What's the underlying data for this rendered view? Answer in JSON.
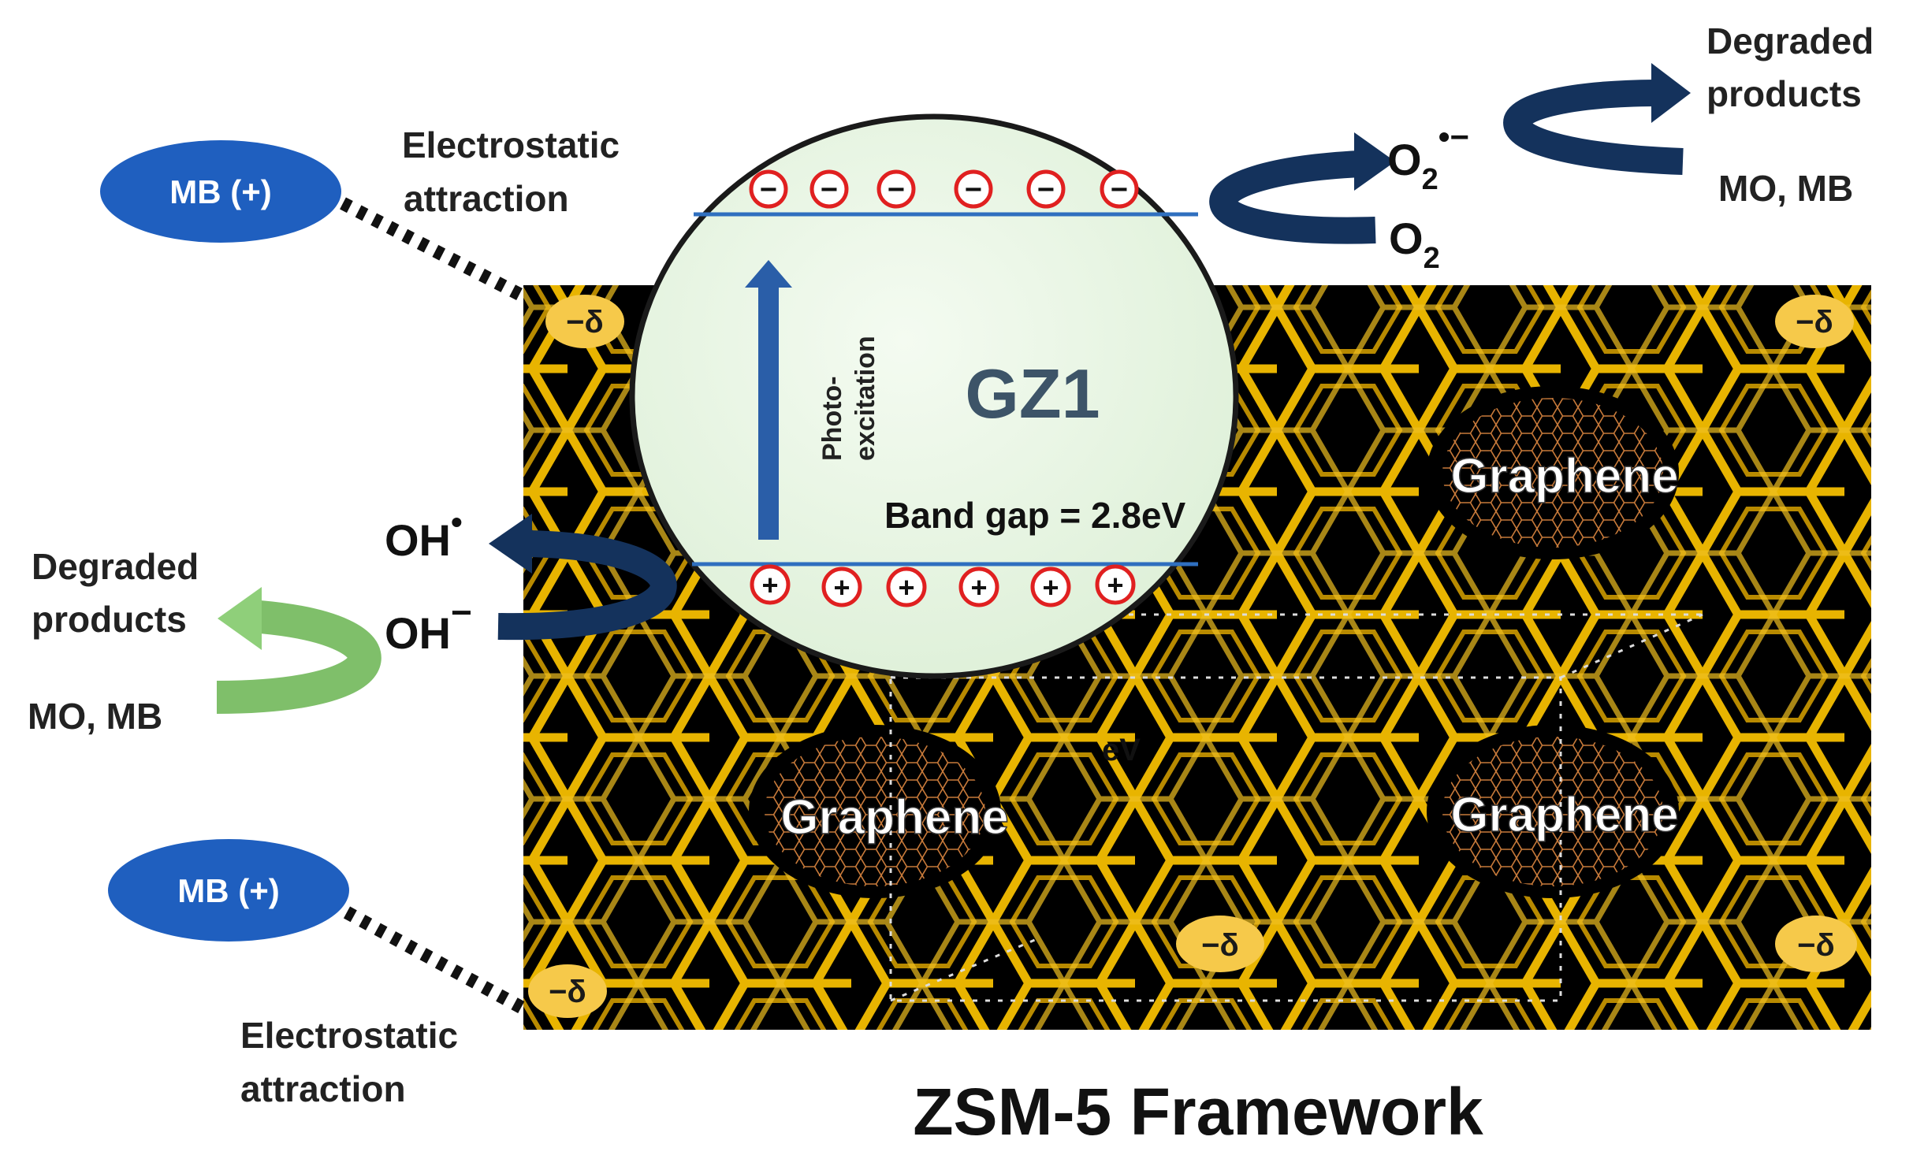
{
  "figure": {
    "framework_title": "ZSM-5 Framework",
    "center_label": "GZ1",
    "band_gap": "Band gap = 2.8eV",
    "photoexcitation": [
      "Photo-",
      "excitation"
    ],
    "graphene_labels": [
      "Graphene",
      "Graphene",
      "Graphene"
    ],
    "ev_label": "eV",
    "charge_label": "−δ",
    "electron_sign": "−",
    "hole_sign": "+",
    "mb_badge": "MB (+)",
    "electrostatic": [
      "Electrostatic",
      "attraction"
    ],
    "degraded": [
      "Degraded",
      "products"
    ],
    "dyes": "MO, MB",
    "o2_base": "O",
    "o2_sub": "2",
    "o2_rad_sup": "•−",
    "oh_base": "OH",
    "oh_rad_sup": "•",
    "oh_ion_sup": "−"
  },
  "colors": {
    "framework_bg": "#000000",
    "zeolite": "#e8b400",
    "circle_fill": "#eaf6e6",
    "band_line": "#2f6fbf",
    "arrow_navy": "#14325c",
    "arrow_green": "#7fbf6a",
    "mb_blue": "#1f5fbf",
    "charge_badge": "#f6c94a",
    "charge_ring": "#e02020"
  }
}
